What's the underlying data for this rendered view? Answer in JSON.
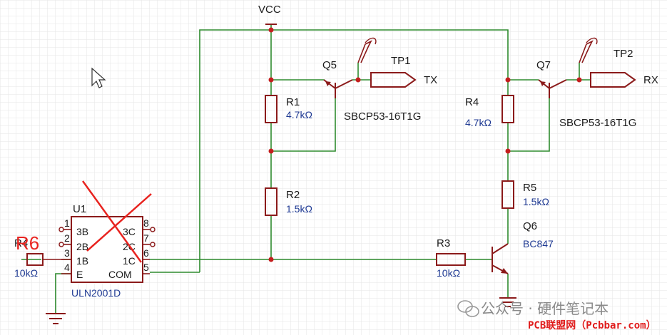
{
  "schematic": {
    "vcc_label": "VCC",
    "transistors": [
      {
        "ref": "Q5",
        "part": "SBCP53-16T1G"
      },
      {
        "ref": "Q7",
        "part": "SBCP53-16T1G"
      },
      {
        "ref": "Q6",
        "part": "BC847"
      }
    ],
    "resistors": [
      {
        "ref": "R1",
        "value": "4.7kΩ"
      },
      {
        "ref": "R2",
        "value": "1.5kΩ"
      },
      {
        "ref": "R3",
        "value": "10kΩ"
      },
      {
        "ref": "R4",
        "value": "4.7kΩ"
      },
      {
        "ref": "R5",
        "value": "1.5kΩ"
      },
      {
        "ref": "R4",
        "value": "10kΩ"
      }
    ],
    "testpoints": [
      {
        "ref": "TP1",
        "net": "TX"
      },
      {
        "ref": "TP2",
        "net": "RX"
      }
    ],
    "ic": {
      "ref": "U1",
      "part": "ULN2001D",
      "pins_left": [
        {
          "num": "1",
          "name": "3B"
        },
        {
          "num": "2",
          "name": "2B"
        },
        {
          "num": "3",
          "name": "1B"
        },
        {
          "num": "4",
          "name": "E"
        }
      ],
      "pins_right": [
        {
          "num": "8",
          "name": "3C"
        },
        {
          "num": "7",
          "name": "2C"
        },
        {
          "num": "6",
          "name": "1C"
        },
        {
          "num": "5",
          "name": "COM"
        }
      ]
    },
    "annotation": "R6",
    "colors": {
      "wire": "#2e8b2e",
      "component": "#8b1a1a",
      "junction": "#c41e1e",
      "grid": "#e6e6e6",
      "annotation": "#e8231f",
      "value_text": "#1f3a93"
    }
  },
  "watermark": {
    "channel": "公众号 · 硬件笔记本",
    "site": "PCB联盟网（Pcbbar.com）"
  }
}
